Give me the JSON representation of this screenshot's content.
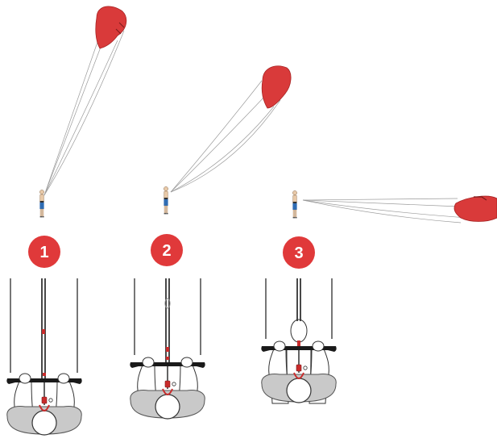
{
  "steps": [
    {
      "number": "1"
    },
    {
      "number": "2"
    },
    {
      "number": "3"
    }
  ],
  "colors": {
    "kite_red": "#d93a3a",
    "kite_red_dark": "#a82424",
    "badge_red": "#e0393a",
    "line_gray": "#9a9a9a",
    "bar_black": "#1a1a1a",
    "arm_outline": "#333333",
    "sleeve_gray": "#c9c9c9",
    "harness_red": "#c92b2b",
    "shorts_blue": "#2f6cb3"
  },
  "icons": [
    "kite-icon",
    "rider-icon",
    "control-bar-icon",
    "hands-icon"
  ]
}
